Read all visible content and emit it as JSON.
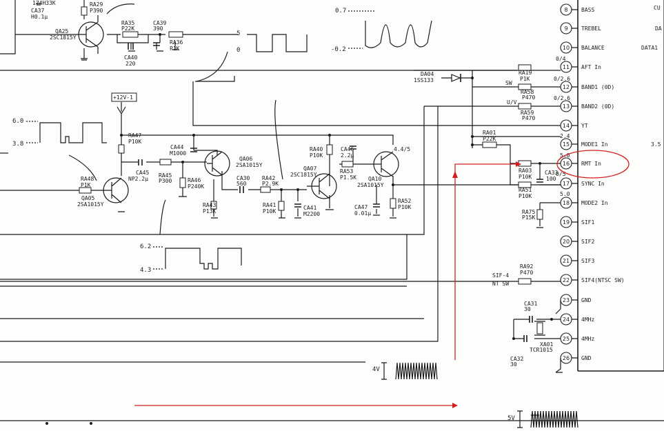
{
  "colors": {
    "ink": "#1a1a1a",
    "annotation": "#d42020",
    "paper": "#fdfdfb"
  },
  "header_fragment": "174H33K",
  "ic_pins": [
    {
      "num": "8",
      "label": "BASS",
      "value": ""
    },
    {
      "num": "9",
      "label": "TREBEL",
      "value": ""
    },
    {
      "num": "10",
      "label": "BALANCE",
      "value": ""
    },
    {
      "num": "11",
      "label": "AFT In",
      "value": "0/4"
    },
    {
      "num": "12",
      "label": "BAND1 (0D)",
      "value": "0/2.6"
    },
    {
      "num": "13",
      "label": "BAND2 (0D)",
      "value": "0/2.6"
    },
    {
      "num": "14",
      "label": "YT",
      "value": ""
    },
    {
      "num": "15",
      "label": "MODE1 In",
      "value": "2.4"
    },
    {
      "num": "16",
      "label": "RMT In",
      "value": "5.0"
    },
    {
      "num": "17",
      "label": "SYNC In",
      "value": "0/5"
    },
    {
      "num": "18",
      "label": "MODE2 In",
      "value": "5.0"
    },
    {
      "num": "19",
      "label": "SIF1",
      "value": ""
    },
    {
      "num": "20",
      "label": "SIF2",
      "value": ""
    },
    {
      "num": "21",
      "label": "SIF3",
      "value": ""
    },
    {
      "num": "22",
      "label": "SIF4(NTSC SW)",
      "value": ""
    },
    {
      "num": "23",
      "label": "GND",
      "value": ""
    },
    {
      "num": "24",
      "label": "4MHz",
      "value": ""
    },
    {
      "num": "25",
      "label": "4MHz",
      "value": ""
    },
    {
      "num": "26",
      "label": "GND",
      "value": ""
    }
  ],
  "right_edge": {
    "cu": "CU",
    "da": "DA",
    "data1": "DATA1",
    "v35": "3.5"
  },
  "components": {
    "ra29": {
      "ref": "RA29",
      "val": "P390"
    },
    "ca37": {
      "ref": "CA37",
      "val": "H0.1μ"
    },
    "qa25": {
      "ref": "QA25",
      "val": "2SC1815Y"
    },
    "ra35": {
      "ref": "RA35",
      "val": "P22K"
    },
    "ca39": {
      "ref": "CA39",
      "val": "390"
    },
    "ca40": {
      "ref": "CA40",
      "val": "220"
    },
    "ra36": {
      "ref": "RA36",
      "val": "P1K"
    },
    "supply": {
      "label": "+12V-1"
    },
    "ra47": {
      "ref": "RA47",
      "val": "P10K"
    },
    "ra48": {
      "ref": "RA48",
      "val": "P1K"
    },
    "qa05": {
      "ref": "QA05",
      "val": "2SA1015Y"
    },
    "ca45": {
      "ref": "CA45",
      "val": "NP2.2μ"
    },
    "ra45": {
      "ref": "RA45",
      "val": "P300"
    },
    "ra46": {
      "ref": "RA46",
      "val": "P240K"
    },
    "ca44": {
      "ref": "CA44",
      "val": "M1000"
    },
    "qa06": {
      "ref": "QA06",
      "val": "2SA1015Y"
    },
    "ra43": {
      "ref": "RA43",
      "val": "P13K"
    },
    "ca30": {
      "ref": "CA30",
      "val": "560"
    },
    "ra42": {
      "ref": "RA42",
      "val": "P2.9K"
    },
    "ra41": {
      "ref": "RA41",
      "val": "P10K"
    },
    "ra40": {
      "ref": "RA40",
      "val": "P10K"
    },
    "qa07": {
      "ref": "QA07",
      "val": "2SC1815Y"
    },
    "ca41": {
      "ref": "CA41",
      "val": "M2200"
    },
    "ca46": {
      "ref": "CA46",
      "val": "2.2μ"
    },
    "ra53": {
      "ref": "RA53",
      "val": "P1.5K"
    },
    "qa10": {
      "ref": "QA10",
      "val": "2SA1015Y"
    },
    "ca47": {
      "ref": "CA47",
      "val": "0.01μ"
    },
    "ra52": {
      "ref": "RA52",
      "val": "P10K"
    },
    "da04": {
      "ref": "DA04",
      "val": "1SS133"
    },
    "ra19": {
      "ref": "RA19",
      "val": "P1K"
    },
    "ra58": {
      "ref": "RA58",
      "val": "P470"
    },
    "ra59": {
      "ref": "RA59",
      "val": "P470"
    },
    "ra01": {
      "ref": "RA01",
      "val": "P22K"
    },
    "ra03": {
      "ref": "RA03",
      "val": "P10K"
    },
    "ca33": {
      "ref": "CA33",
      "val": "100"
    },
    "ra51": {
      "ref": "RA51",
      "val": "P10K"
    },
    "ra75": {
      "ref": "RA75",
      "val": "P15K"
    },
    "ra92": {
      "ref": "RA92",
      "val": "P470"
    },
    "ca31": {
      "ref": "CA31",
      "val": "30"
    },
    "ca32": {
      "ref": "CA32",
      "val": "30"
    },
    "xa01": {
      "ref": "XA01",
      "val": "TCR1015"
    }
  },
  "net_labels": {
    "sw": "SW",
    "uv": "U/V",
    "sif4": "SIF-4",
    "ntsw": "NT SW",
    "v445": "4.4/5"
  },
  "waveforms": {
    "w1": {
      "hi": "5",
      "lo": "0"
    },
    "w2": {
      "hi": "0.7",
      "lo": "-0.2"
    },
    "w3": {
      "hi": "6.0",
      "lo": "3.8"
    },
    "w4": {
      "hi": "6.2",
      "lo": "4.3"
    },
    "w5": {
      "amp": "4V"
    },
    "w6": {
      "amp": "5V"
    }
  }
}
